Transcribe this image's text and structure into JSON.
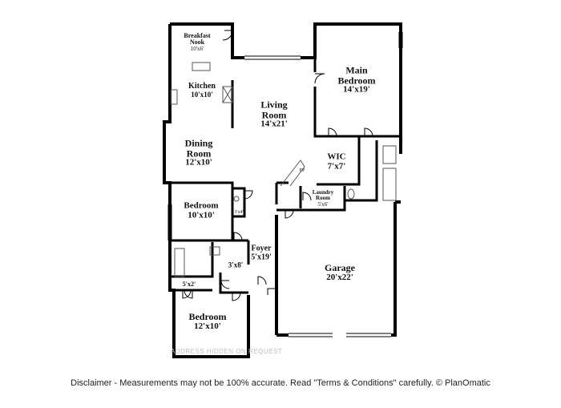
{
  "rooms": {
    "breakfast_nook": {
      "name": "Breakfast\nNook",
      "dims": "10'x6'"
    },
    "kitchen": {
      "name": "Kitchen",
      "dims": "10'x10'"
    },
    "living_room": {
      "name": "Living\nRoom",
      "dims": "14'x21'"
    },
    "main_bedroom": {
      "name": "Main\nBedroom",
      "dims": "14'x19'"
    },
    "dining_room": {
      "name": "Dining\nRoom",
      "dims": "12'x10'"
    },
    "wic": {
      "name": "WIC",
      "dims": "7'x7'"
    },
    "laundry_room": {
      "name": "Laundry\nRoom",
      "dims": "5'x6'"
    },
    "bedroom_1": {
      "name": "Bedroom",
      "dims": "10'x10'"
    },
    "closet_small": {
      "dims": "3'x4'"
    },
    "foyer": {
      "name": "Foyer",
      "dims": "5'x19'"
    },
    "hall_bath": {
      "dims": "3'x8'"
    },
    "closet_2": {
      "dims": "5'x2'"
    },
    "garage": {
      "name": "Garage",
      "dims": "20'x22'"
    },
    "bedroom_2": {
      "name": "Bedroom",
      "dims": "12'x10'"
    },
    "fp": {
      "name": "FP"
    }
  },
  "watermark": "ADDRESS HIDDEN ON REQUEST",
  "disclaimer": "Disclaimer - Measurements may not be 100% accurate. Read \"Terms & Conditions\" carefully. © PlanOmatic",
  "colors": {
    "wall": "#000000",
    "fixture": "#666666",
    "background": "#ffffff"
  }
}
